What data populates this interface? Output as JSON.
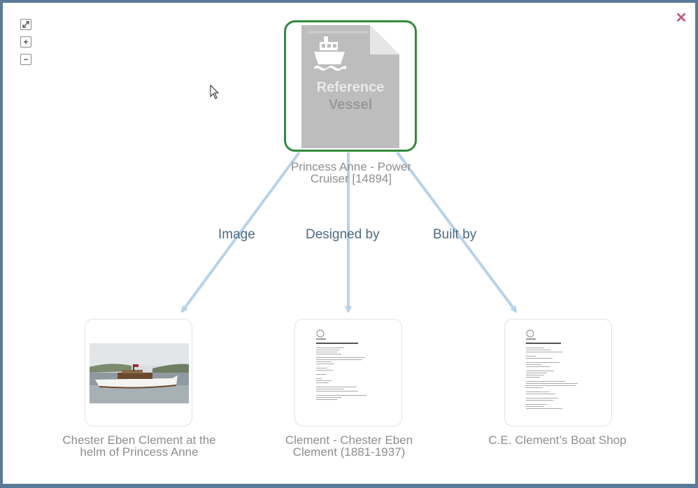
{
  "controls": {
    "fullscreen_icon": "expand-icon",
    "zoom_in_symbol": "+",
    "zoom_out_symbol": "−",
    "close_symbol": "✕"
  },
  "center_node": {
    "icon": "ship-icon",
    "doc_line1": "Reference",
    "doc_line2": "Vessel",
    "label": "Princess Anne - Power Cruiser [14894]"
  },
  "edges": [
    {
      "label": "Image"
    },
    {
      "label": "Designed by"
    },
    {
      "label": "Built by"
    }
  ],
  "children": [
    {
      "label": "Chester Eben Clement at the helm of Princess Anne"
    },
    {
      "label": "Clement - Chester Eben Clement (1881-1937)"
    },
    {
      "label": "C.E. Clement’s Boat Shop"
    }
  ],
  "colors": {
    "frame": "#5a7a98",
    "edge": "#b6d3ea",
    "center_border": "#2f8a3a",
    "edge_label": "#4c6a86",
    "close": "#c25a7e"
  }
}
